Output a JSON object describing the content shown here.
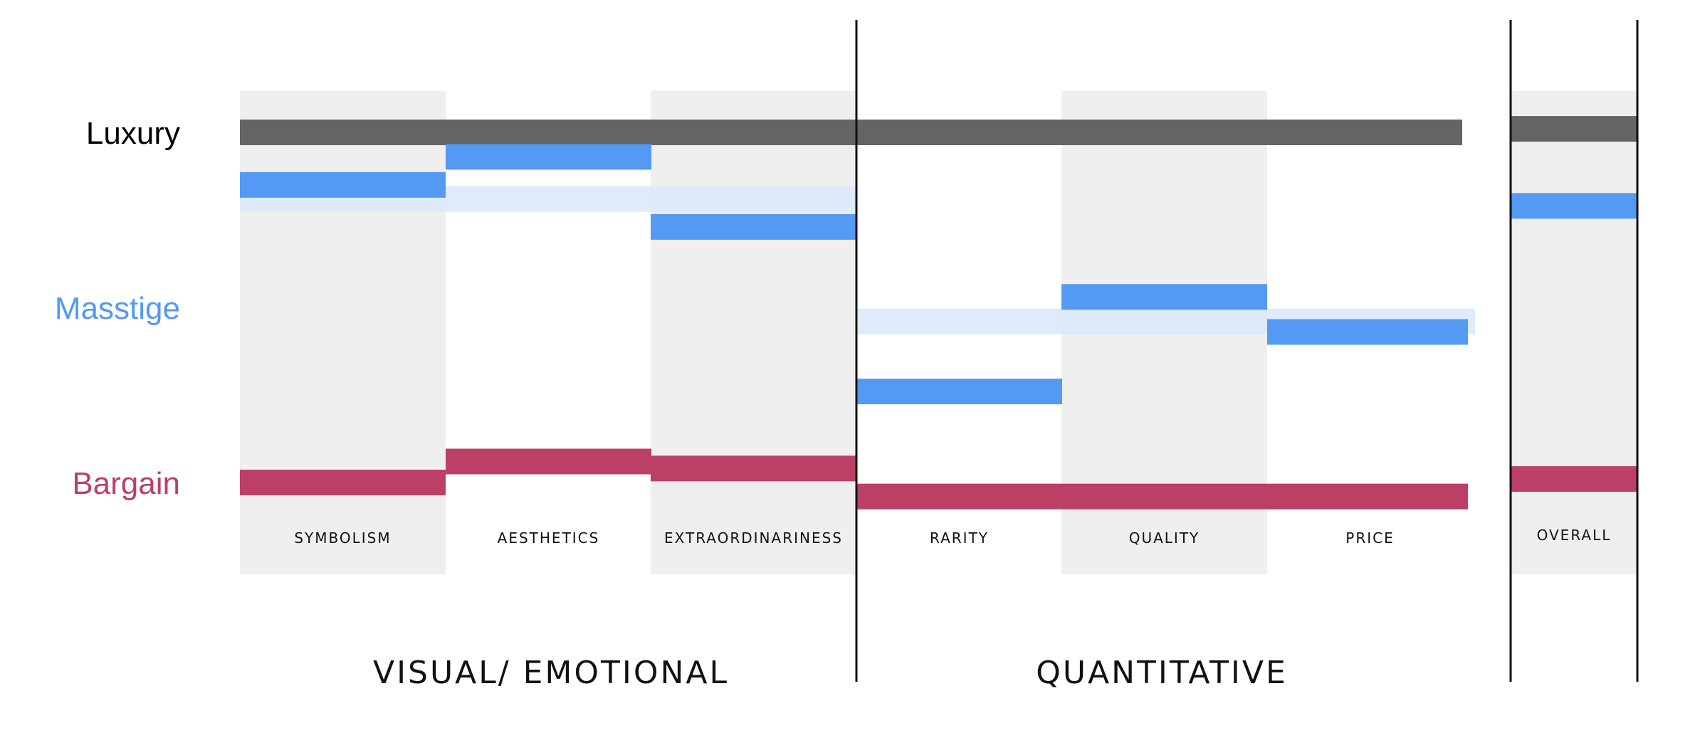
{
  "colors": {
    "luxury": "#5f5f5f",
    "masstige": "#5499f3",
    "masstige_light": "#dbe8fb",
    "bargain": "#bc4065",
    "column_shade": "#efefef",
    "divider": "#111111",
    "label_luxury": "#000000",
    "label_masstige": "#5499f3",
    "label_bargain": "#bc4065"
  },
  "chart_data": {
    "type": "bar",
    "description_scale": "vertical position: 0 = Bargain level, 1 = Luxury level",
    "row_labels": [
      {
        "key": "luxury",
        "text": "Luxury",
        "level": 1.0
      },
      {
        "key": "masstige",
        "text": "Masstige",
        "level": 0.5
      },
      {
        "key": "bargain",
        "text": "Bargain",
        "level": 0.0
      }
    ],
    "categories": [
      "SYMBOLISM",
      "AESTHETICS",
      "EXTRAORDINARINESS",
      "RARITY",
      "QUALITY",
      "PRICE",
      "OVERALL"
    ],
    "groups": [
      {
        "label": "VISUAL/ EMOTIONAL",
        "categories": [
          0,
          1,
          2
        ]
      },
      {
        "label": "QUANTITATIVE",
        "categories": [
          3,
          4,
          5
        ]
      },
      {
        "label": "",
        "categories": [
          6
        ]
      }
    ],
    "series": [
      {
        "key": "luxury",
        "bars": [
          {
            "from": 0,
            "to": 5,
            "level": 1.0
          },
          {
            "from": 6,
            "to": 6,
            "level": 1.01
          }
        ]
      },
      {
        "key": "masstige",
        "bars": [
          {
            "from": 0,
            "to": 0,
            "level": 0.85
          },
          {
            "from": 1,
            "to": 1,
            "level": 0.93
          },
          {
            "from": 2,
            "to": 2,
            "level": 0.73
          },
          {
            "from": 3,
            "to": 3,
            "level": 0.26
          },
          {
            "from": 4,
            "to": 4,
            "level": 0.53
          },
          {
            "from": 5,
            "to": 5,
            "level": 0.43
          },
          {
            "from": 6,
            "to": 6,
            "level": 0.79
          }
        ]
      },
      {
        "key": "masstige_light",
        "bars": [
          {
            "from": 0,
            "to": 2,
            "level": 0.81
          },
          {
            "from": 3,
            "to": 5,
            "level": 0.46
          }
        ]
      },
      {
        "key": "bargain",
        "bars": [
          {
            "from": 0,
            "to": 0,
            "level": 0.0
          },
          {
            "from": 1,
            "to": 1,
            "level": 0.06
          },
          {
            "from": 2,
            "to": 2,
            "level": 0.04
          },
          {
            "from": 3,
            "to": 5,
            "level": -0.04
          },
          {
            "from": 6,
            "to": 6,
            "level": 0.01
          }
        ]
      }
    ]
  }
}
